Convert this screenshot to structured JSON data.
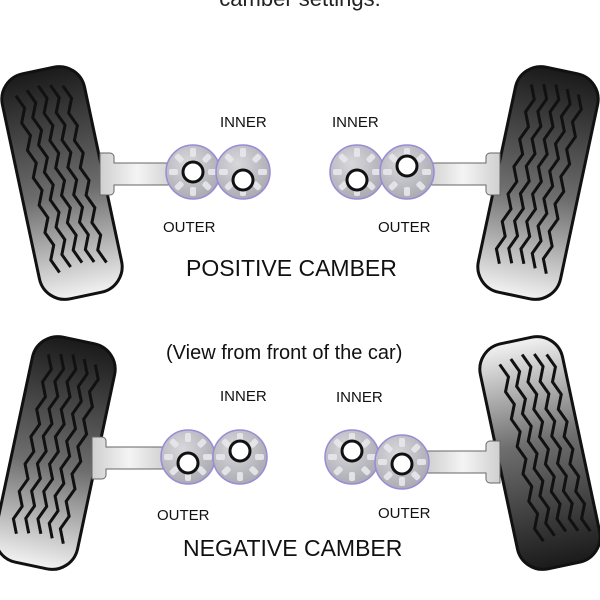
{
  "title": "camber settings:",
  "subtitle": "(View from front of the car)",
  "positive": {
    "label": "POSITIVE CAMBER",
    "left": {
      "inner_label": "INNER",
      "outer_label": "OUTER"
    },
    "right": {
      "inner_label": "INNER",
      "outer_label": "OUTER"
    }
  },
  "negative": {
    "label": "NEGATIVE CAMBER",
    "left": {
      "inner_label": "INNER",
      "outer_label": "OUTER"
    },
    "right": {
      "inner_label": "INNER",
      "outer_label": "OUTER"
    }
  },
  "colors": {
    "tire_dark": "#1a1a1a",
    "tire_light": "#f2f2f2",
    "axle": "#d9d9d9",
    "cam_fill": "#b8b8c0",
    "cam_outline": "#9b8ad6"
  }
}
